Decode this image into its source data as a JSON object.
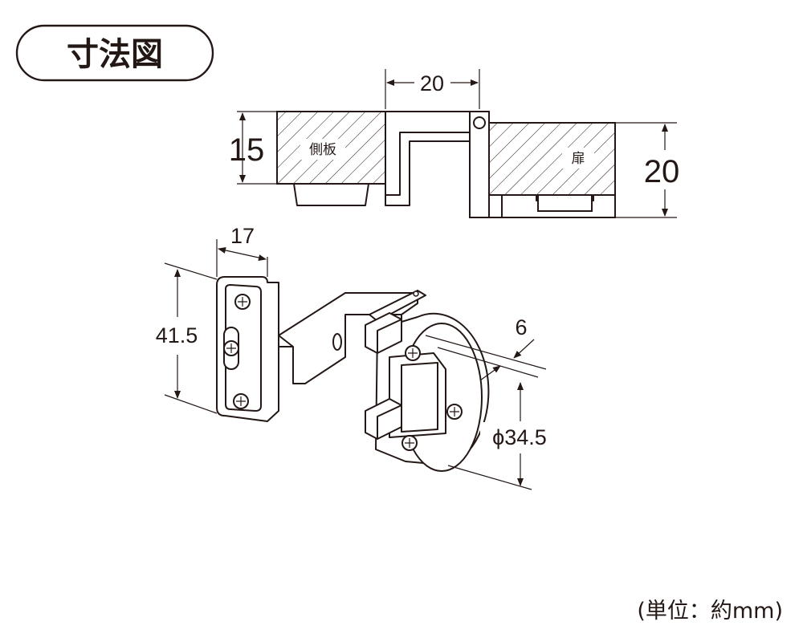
{
  "title": "寸法図",
  "unit_note": "(単位：約mm)",
  "section_view": {
    "side_panel_label": "側板",
    "door_label": "扉",
    "gap_dimension": "20",
    "side_panel_thickness": "15",
    "door_thickness": "20"
  },
  "hinge_view": {
    "plate_width": "17",
    "plate_height": "41.5",
    "cup_depth": "6",
    "cup_diameter": "ϕ34.5"
  },
  "colors": {
    "line": "#231815",
    "hatch": "#231815",
    "background": "#ffffff"
  }
}
